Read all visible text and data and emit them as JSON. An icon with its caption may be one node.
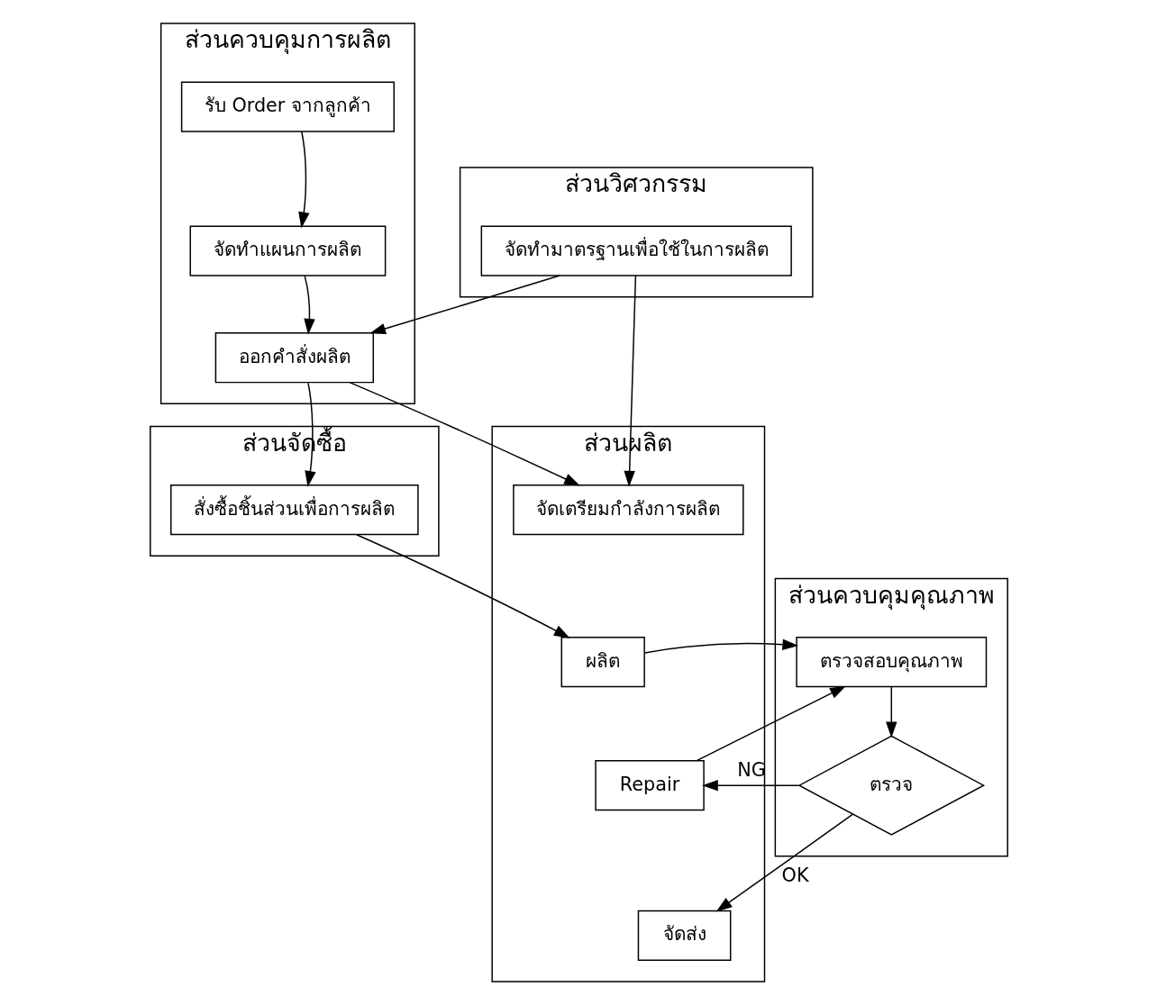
{
  "diagram": {
    "nodes": [
      {
        "text": [
          "ส่วนควบคุมการผลิต"
        ]
      },
      {
        "text": [
          "รับ Order จากลูกค้า"
        ],
        "in": 0
      },
      {
        "text": [
          "จัดทำแผนการผลิต"
        ],
        "in": 0
      },
      {
        "text": [
          "ออกคำสั่งผลิต"
        ],
        "in": 0
      },
      {
        "text": [
          "ส่วนวิศวกรรม"
        ]
      },
      {
        "text": [
          "จัดทำมาตรฐานเพื่อใช้ในการผลิต"
        ],
        "in": 4
      },
      {
        "text": [
          "ส่วนจัดซื้อ"
        ]
      },
      {
        "text": [
          "สั่งซื้อชิ้นส่วนเพื่อการผลิต"
        ],
        "in": 6
      },
      {
        "text": [
          "ส่วนผลิต"
        ]
      },
      {
        "text": [
          "จัดเตรียมกำลังการผลิต"
        ],
        "in": 8
      },
      {
        "text": [
          "ผลิต"
        ],
        "in": 8
      },
      {
        "text": [
          "Repair"
        ],
        "in": 8
      },
      {
        "text": [
          "จัดส่ง"
        ],
        "in": 8
      },
      {
        "text": [
          "ส่วนควบคุมคุณภาพ"
        ]
      },
      {
        "text": [
          "ตรวจสอบคุณภาพ"
        ],
        "in": 13
      },
      {
        "text": [
          "ตรวจ"
        ],
        "in": 13
      }
    ],
    "edges": [
      {
        "from": 1,
        "to": 2,
        "arrow": "to"
      },
      {
        "from": 2,
        "to": 3,
        "arrow": "to"
      },
      {
        "from": 5,
        "to": 3,
        "arrow": "to"
      },
      {
        "from": 5,
        "to": 9,
        "arrow": "to"
      },
      {
        "from": 3,
        "to": 7,
        "arrow": "to"
      },
      {
        "from": 3,
        "to": 9,
        "arrow": "to"
      },
      {
        "from": 7,
        "to": 10,
        "arrow": "to"
      },
      {
        "from": 10,
        "to": 14,
        "arrow": "to"
      },
      {
        "from": 11,
        "to": 14,
        "arrow": "to"
      },
      {
        "from": 14,
        "to": 15,
        "arrow": "to"
      },
      {
        "from": 15,
        "to": 11,
        "arrow": "to",
        "label": "NG"
      },
      {
        "from": 15,
        "to": 12,
        "arrow": "to",
        "label": "OK"
      }
    ]
  }
}
